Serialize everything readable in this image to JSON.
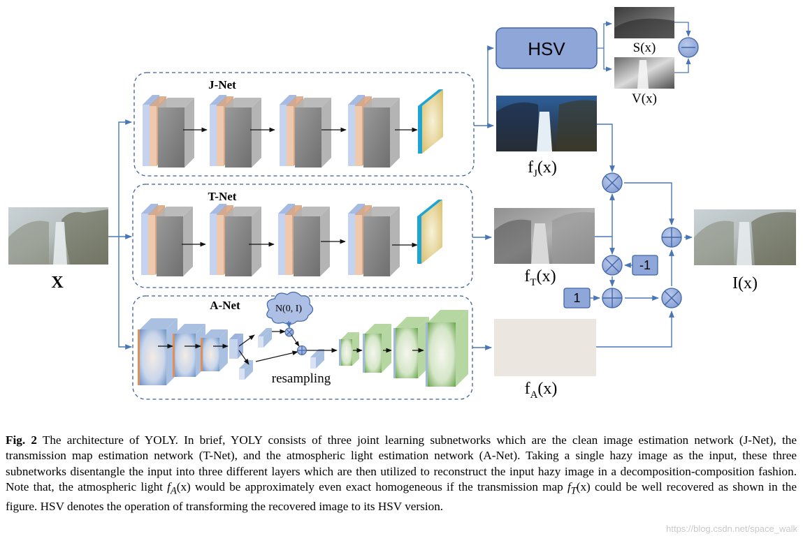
{
  "diagram": {
    "input_label": "X",
    "output_label": "I(x)",
    "jnet_title": "J-Net",
    "tnet_title": "T-Net",
    "anet_title": "A-Net",
    "hsv_label": "HSV",
    "s_label": "S(x)",
    "v_label": "V(x)",
    "fj_main": "f",
    "fj_sub": "J",
    "fj_tail": "(x)",
    "ft_main": "f",
    "ft_sub": "T",
    "ft_tail": "(x)",
    "fa_main": "f",
    "fa_sub": "A",
    "fa_tail": "(x)",
    "noise_label": "N(0, I)",
    "resampling_label": "resampling",
    "const_one": "1",
    "const_minus_one": "-1"
  },
  "caption": {
    "fig_label": "Fig. 2",
    "p1": " The architecture of YOLY. In brief, YOLY consists of three joint learning subnetworks which are the clean image estimation network (J-Net), the transmission map estimation network (T-Net), and the atmospheric light estimation network (A-Net). Taking a single hazy image as the input, these three subnetworks disentangle the input into three different layers which are then utilized to reconstruct the input hazy image in a decomposition-composition fashion. Note that, the atmospheric light ",
    "fa_sym": "f",
    "fa_sub": "A",
    "fa_arg": "(x)",
    "p2": " would be approximately even exact homogeneous if the transmission map ",
    "ft_sym": "f",
    "ft_sub": "T",
    "ft_arg": "(x)",
    "p3": " could be well recovered as shown in the figure. HSV denotes the operation of transforming the recovered image to its HSV version."
  },
  "watermark": "https://blog.csdn.net/space_walk",
  "colors": {
    "line": "#4a76b8",
    "node_fill": "#8ea6d8",
    "node_stroke": "#3f66a8",
    "dash": "#3b5d96",
    "layer_gray": "#8a8a8a",
    "layer_peach": "#e9c2a6",
    "layer_blue": "#b6c6e6",
    "map_yellow": "#e6cf8e",
    "map_cyan": "#1ea5d6",
    "anet_blue": "#9fb9dc",
    "anet_green": "#86b868"
  }
}
